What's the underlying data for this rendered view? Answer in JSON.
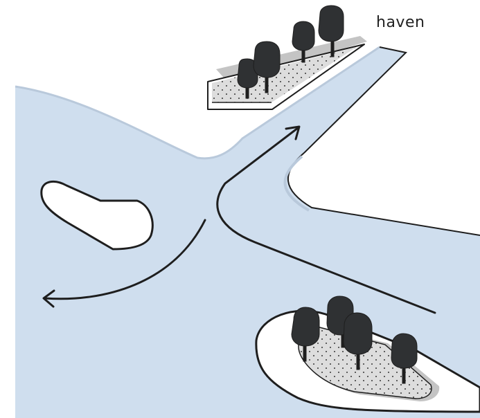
{
  "diagram": {
    "labels": {
      "haven": "haven"
    },
    "colors": {
      "water": "#cfdeee",
      "land": "#ffffff",
      "outline": "#1e1e1e",
      "tree": "#2f3133",
      "planting_bed": "#dddddd",
      "bed_shadow": "#c4c4c4",
      "arrow": "#1e1e1e"
    },
    "elements": [
      "water-body",
      "island",
      "harbour-channel",
      "left-tree-bed",
      "right-tree-bed",
      "entry-arrow",
      "exit-arrow"
    ]
  }
}
